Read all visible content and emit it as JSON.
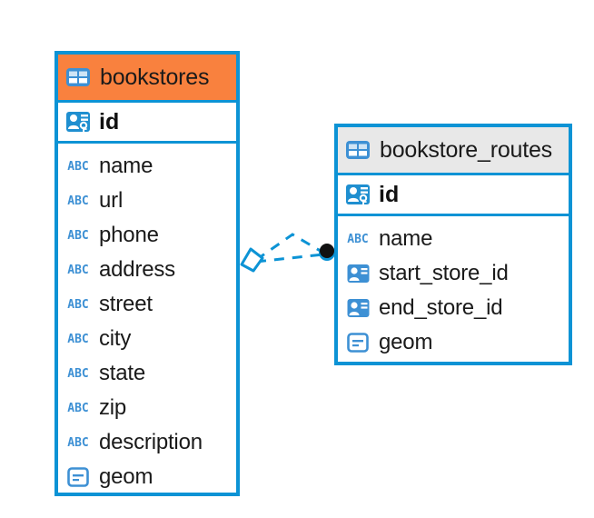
{
  "diagram": {
    "type": "entity-relationship-diagram",
    "colors": {
      "border_blue": "#0c93d5",
      "header_orange": "#f9813e",
      "header_gray": "#e8e8e8",
      "icon_blue": "#3d90d4",
      "connector_blue": "#0c93d5",
      "connector_endpoint": "#111111",
      "background": "#ffffff"
    },
    "entities": [
      {
        "name": "bookstores",
        "header_style": "orange",
        "table_icon": "table-icon",
        "primary_key": {
          "label": "id",
          "icon": "primary-key-icon"
        },
        "attributes": [
          {
            "label": "name",
            "icon": "abc-text-icon",
            "icon_text": "ABC"
          },
          {
            "label": "url",
            "icon": "abc-text-icon",
            "icon_text": "ABC"
          },
          {
            "label": "phone",
            "icon": "abc-text-icon",
            "icon_text": "ABC"
          },
          {
            "label": "address",
            "icon": "abc-text-icon",
            "icon_text": "ABC"
          },
          {
            "label": "street",
            "icon": "abc-text-icon",
            "icon_text": "ABC"
          },
          {
            "label": "city",
            "icon": "abc-text-icon",
            "icon_text": "ABC"
          },
          {
            "label": "state",
            "icon": "abc-text-icon",
            "icon_text": "ABC"
          },
          {
            "label": "zip",
            "icon": "abc-text-icon",
            "icon_text": "ABC"
          },
          {
            "label": "description",
            "icon": "abc-text-icon",
            "icon_text": "ABC"
          },
          {
            "label": "geom",
            "icon": "geometry-icon",
            "icon_text": ""
          }
        ]
      },
      {
        "name": "bookstore_routes",
        "header_style": "gray",
        "table_icon": "table-icon",
        "primary_key": {
          "label": "id",
          "icon": "primary-key-icon"
        },
        "attributes": [
          {
            "label": "name",
            "icon": "abc-text-icon",
            "icon_text": "ABC"
          },
          {
            "label": "start_store_id",
            "icon": "foreign-key-icon",
            "icon_text": ""
          },
          {
            "label": "end_store_id",
            "icon": "foreign-key-icon",
            "icon_text": ""
          },
          {
            "label": "geom",
            "icon": "geometry-icon",
            "icon_text": ""
          }
        ]
      }
    ],
    "relationship": {
      "style": "dashed",
      "source_marker": "diamond",
      "target_marker": "filled-circle",
      "source_entity": "bookstores",
      "target_entity": "bookstore_routes"
    }
  }
}
